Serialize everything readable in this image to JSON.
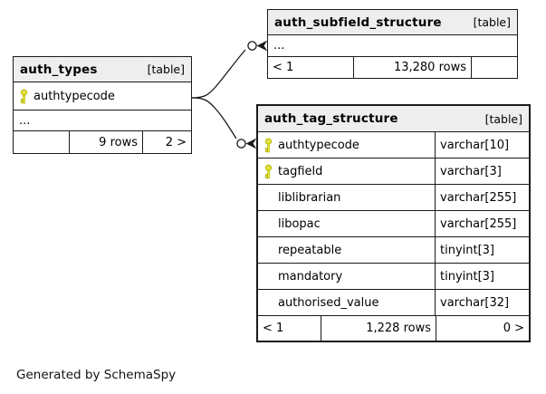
{
  "diagram": {
    "generator_note": "Generated by SchemaSpy",
    "colors": {
      "header_bg": "#eeeeee",
      "border": "#1a1a1a",
      "key_fill": "#e8e82e",
      "key_stroke": "#a8a800",
      "background": "#ffffff"
    },
    "relationships": [
      {
        "from": "auth_types.authtypecode",
        "to": "auth_subfield_structure"
      },
      {
        "from": "auth_types.authtypecode",
        "to": "auth_tag_structure.authtypecode"
      }
    ],
    "tables": {
      "auth_types": {
        "name": "auth_types",
        "badge": "[table]",
        "columns": [
          {
            "name": "authtypecode",
            "key": true,
            "type": ""
          }
        ],
        "ellipsis": "...",
        "footer": {
          "left": "",
          "center": "9 rows",
          "right": "2 >"
        }
      },
      "auth_subfield_structure": {
        "name": "auth_subfield_structure",
        "badge": "[table]",
        "ellipsis": "...",
        "footer": {
          "left": "< 1",
          "center": "13,280 rows",
          "right": ""
        }
      },
      "auth_tag_structure": {
        "name": "auth_tag_structure",
        "badge": "[table]",
        "columns": [
          {
            "name": "authtypecode",
            "key": true,
            "type": "varchar[10]"
          },
          {
            "name": "tagfield",
            "key": true,
            "type": "varchar[3]"
          },
          {
            "name": "liblibrarian",
            "key": false,
            "type": "varchar[255]"
          },
          {
            "name": "libopac",
            "key": false,
            "type": "varchar[255]"
          },
          {
            "name": "repeatable",
            "key": false,
            "type": "tinyint[3]"
          },
          {
            "name": "mandatory",
            "key": false,
            "type": "tinyint[3]"
          },
          {
            "name": "authorised_value",
            "key": false,
            "type": "varchar[32]"
          }
        ],
        "footer": {
          "left": "< 1",
          "center": "1,228 rows",
          "right": "0 >"
        }
      }
    }
  }
}
